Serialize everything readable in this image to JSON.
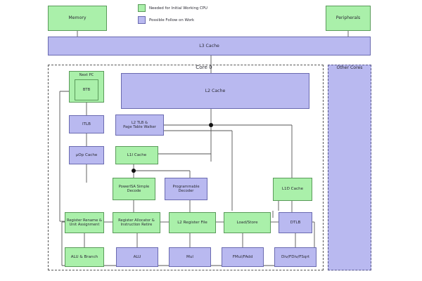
{
  "legend": {
    "items": [
      {
        "label": "Needed for Initial Working CPU",
        "color": "#aaf0aa",
        "name": "legend-green"
      },
      {
        "label": "Possible Follow on Work",
        "color": "#b9b9f0",
        "name": "legend-purple"
      }
    ]
  },
  "top": {
    "memory": "Memory",
    "peripherals": "Peripherals",
    "l3_cache": "L3 Cache"
  },
  "core": {
    "title": "Core 0",
    "other_cores": "Other Cores",
    "blocks": {
      "next_pc": "Next PC",
      "btb": "BTB",
      "l2_cache": "L2 Cache",
      "itlb": "ITLB",
      "l2_tlb_ptw": "L2 TLB &\nPage Table Walker",
      "uop_cache": "µOp Cache",
      "l1i_cache": "L1I Cache",
      "simple_decode": "PowerISA Simple\nDecode",
      "prog_decoder": "Programmable\nDecoder",
      "l1d_cache": "L1D Cache",
      "reg_rename": "Register Rename &\nUnit Assignment",
      "reg_alloc": "Register Allocator &\nInstruction Retire",
      "l2_regfile": "L2 Register File",
      "load_store": "Load/Store",
      "dtlb": "DTLB",
      "alu_branch": "ALU & Branch",
      "alu": "ALU",
      "mul": "Mul",
      "fmul_fadd": "FMul/FAdd",
      "div_fdiv_fsqrt": "Div/FDiv/FSqrt"
    }
  },
  "colors": {
    "green_fill": "#aaf0aa",
    "green_stroke": "#5a9a5a",
    "purple_fill": "#b9b9f0",
    "purple_stroke": "#6a6ab0",
    "wire": "#555555",
    "background": "#ffffff"
  }
}
